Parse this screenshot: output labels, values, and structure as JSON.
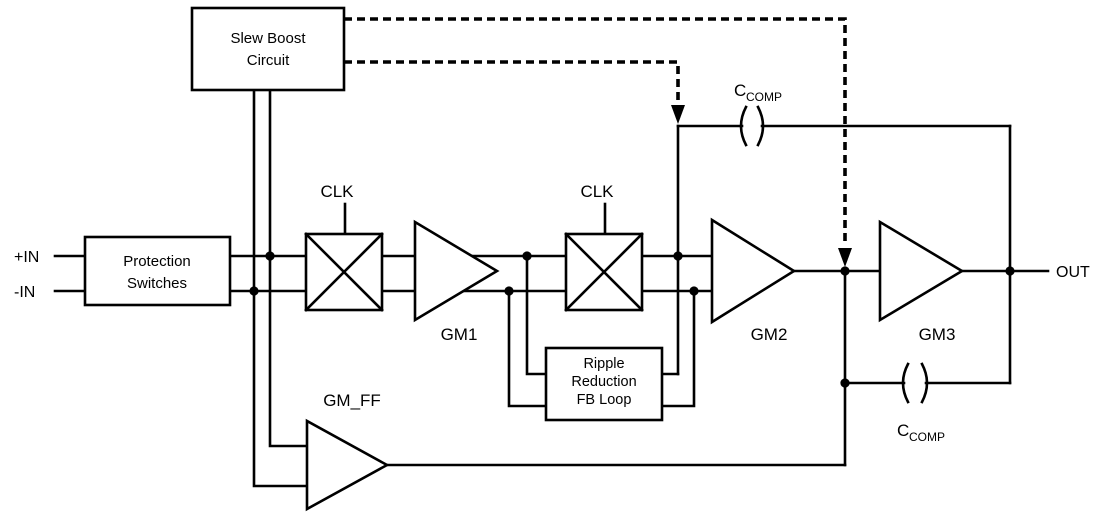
{
  "blocks": {
    "slew_boost": {
      "line1": "Slew Boost",
      "line2": "Circuit"
    },
    "protection_switches": {
      "line1": "Protection",
      "line2": "Switches"
    },
    "ripple_loop": {
      "line1": "Ripple",
      "line2": "Reduction",
      "line3": "FB Loop"
    }
  },
  "labels": {
    "input_positive": "+IN",
    "input_negative": "-IN",
    "output": "OUT",
    "clk_chopper1": "CLK",
    "clk_chopper2": "CLK",
    "gm1": "GM1",
    "gm2": "GM2",
    "gm3": "GM3",
    "gm_ff": "GM_FF",
    "ccomp_top": {
      "main": "C",
      "sub": "COMP"
    },
    "ccomp_bottom": {
      "main": "C",
      "sub": "COMP"
    }
  },
  "colors": {
    "line": "#000000",
    "fill": "#ffffff"
  }
}
